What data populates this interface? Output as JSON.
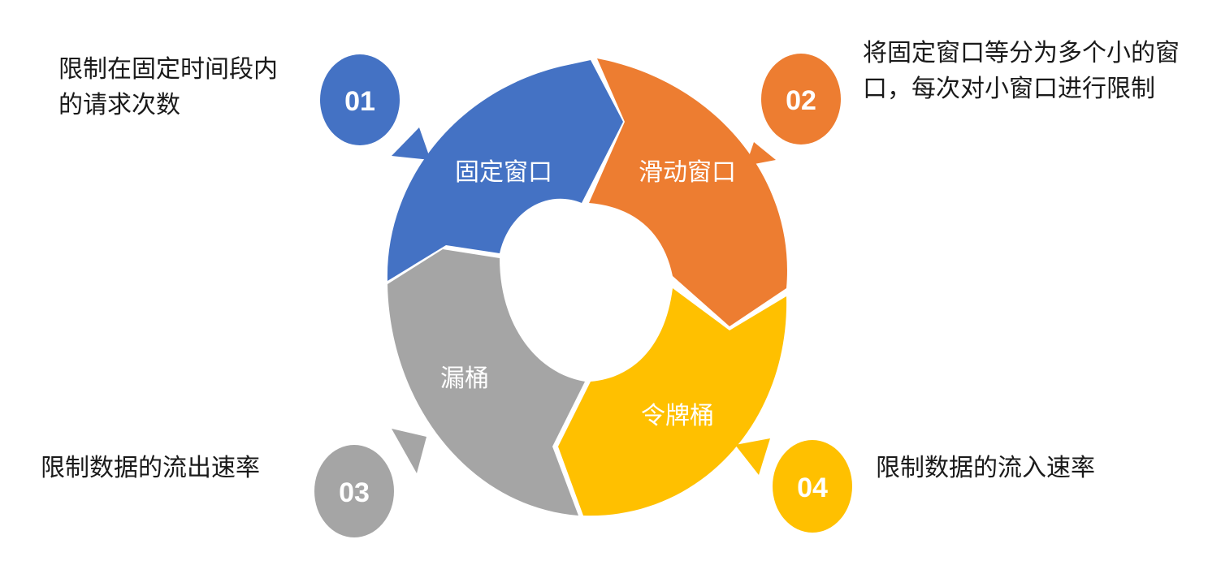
{
  "segments": [
    {
      "id": "01",
      "label": "固定窗口",
      "color": "#4472C4",
      "description": "限制在固定时间段内\n的请求次数"
    },
    {
      "id": "02",
      "label": "滑动窗口",
      "color": "#ED7D31",
      "description": "将固定窗口等分为多个小的窗\n口，每次对小窗口进行限制"
    },
    {
      "id": "03",
      "label": "漏桶",
      "color": "#A5A5A5",
      "description": "限制数据的流出速率"
    },
    {
      "id": "04",
      "label": "令牌桶",
      "color": "#FFC000",
      "description": "限制数据的流入速率"
    }
  ]
}
